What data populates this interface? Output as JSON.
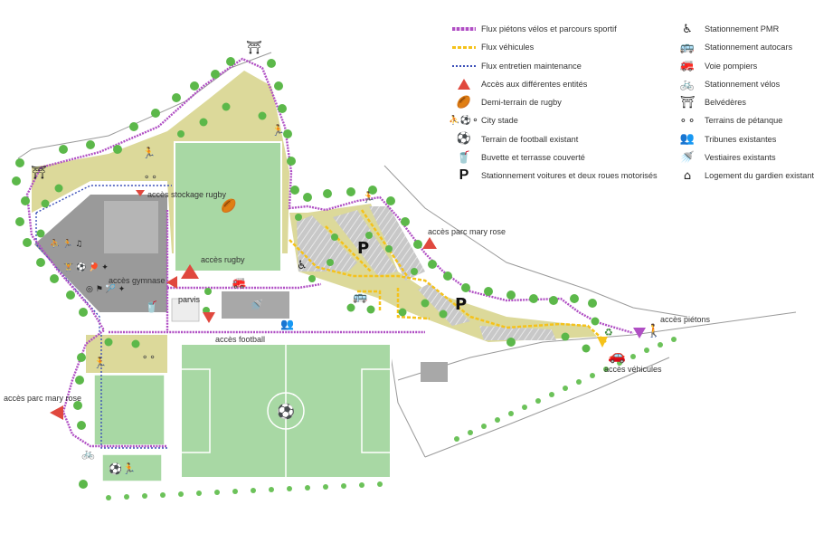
{
  "legend": {
    "left": [
      {
        "icon": "pedestrian-path-line",
        "label": "Flux piétons vélos et parcours sportif"
      },
      {
        "icon": "vehicle-path-line",
        "label": "Flux véhicules"
      },
      {
        "icon": "maintenance-path-line",
        "label": "Flux entretien maintenance"
      },
      {
        "icon": "red-triangle-icon",
        "label": "Accès aux différentes entités"
      },
      {
        "icon": "rugby-ball-icon",
        "label": "Demi-terrain de rugby"
      },
      {
        "icon": "city-stade-icon",
        "label": "City stade"
      },
      {
        "icon": "football-icon",
        "label": "Terrain de football existant"
      },
      {
        "icon": "buvette-icon",
        "label": "Buvette et terrasse couverté"
      },
      {
        "icon": "parking-p-icon",
        "label": "Stationnement voitures et deux roues motorisés"
      }
    ],
    "right": [
      {
        "icon": "wheelchair-icon",
        "label": "Stationnement PMR"
      },
      {
        "icon": "bus-icon",
        "label": "Stationnement autocars"
      },
      {
        "icon": "fire-truck-icon",
        "label": "Voie pompiers"
      },
      {
        "icon": "bicycle-icon",
        "label": "Stationnement vélos"
      },
      {
        "icon": "belvedere-icon",
        "label": "Belvédères"
      },
      {
        "icon": "petanque-icon",
        "label": "Terrains de pétanque"
      },
      {
        "icon": "tribune-icon",
        "label": "Tribunes existantes"
      },
      {
        "icon": "shower-icon",
        "label": "Vestiaires existants"
      },
      {
        "icon": "house-icon",
        "label": "Logement du gardien existant"
      }
    ]
  },
  "map_labels": {
    "acces_stockage_rugby": "accès stockage rugby",
    "acces_parc_mary_rose_top": "accès parc mary rose",
    "acces_rugby": "accès rugby",
    "acces_gymnase": "accès gymnase",
    "parvis": "parvis",
    "acces_pietons": "accès piétons",
    "acces_football": "accès football",
    "acces_vehicules": "accès véhicules",
    "acces_parc_mary_rose_left": "accès parc mary rose",
    "parking_p1": "P",
    "parking_p2": "P"
  },
  "colors": {
    "pedestrian_flow": "#b04fc4",
    "vehicle_flow": "#f5c21a",
    "maintenance_flow": "#3b4fb8",
    "access_marker": "#e0483e",
    "field_green": "#a8d8a4",
    "grass_khaki": "#dcd99a",
    "tree_green": "#5cb84a",
    "building_grey": "#9a9a9a"
  }
}
